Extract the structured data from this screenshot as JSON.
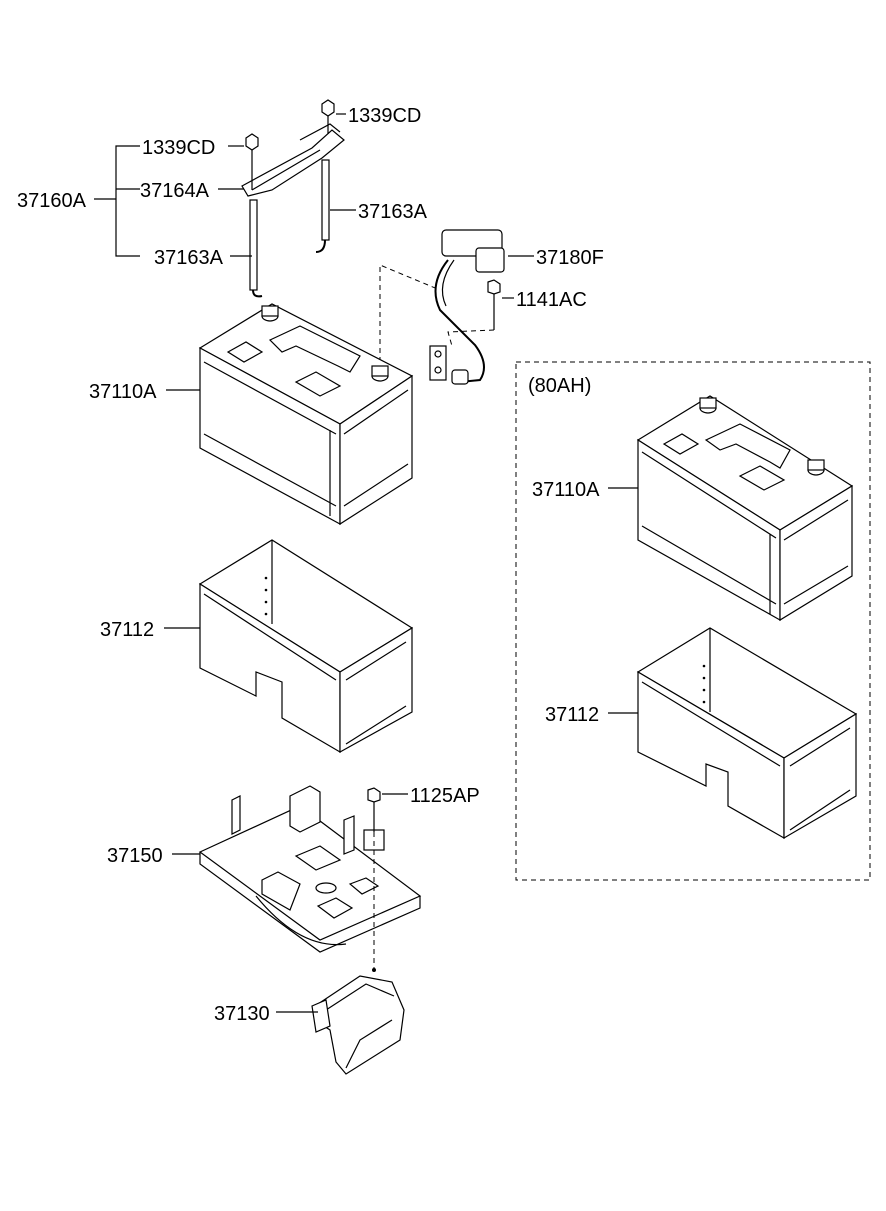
{
  "callouts": {
    "bolt_top_right": "1339CD",
    "bolt_top_left": "1339CD",
    "clamp_assembly": "37160A",
    "clamp": "37164A",
    "rod_right": "37163A",
    "rod_left": "37163A",
    "cable": "37180F",
    "cable_bolt": "1141AC",
    "battery": "37110A",
    "insulator": "37112",
    "tray_bolt": "1125AP",
    "tray": "37150",
    "tray_bracket": "37130"
  },
  "variant_box": {
    "label": "(80AH)",
    "battery": "37110A",
    "insulator": "37112"
  }
}
